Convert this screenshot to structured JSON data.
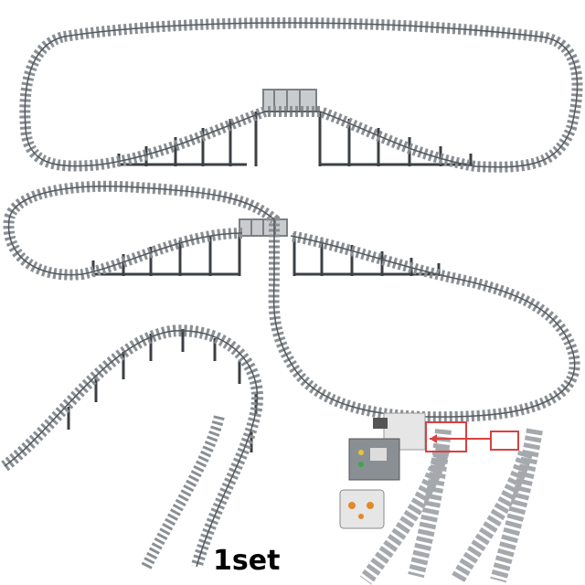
{
  "caption": "1set",
  "colors": {
    "track": "#6f7478",
    "sleeper": "#8a8f94",
    "rail": "#55595d",
    "pillar": "#3c4044",
    "switch_gray": "#a5a9ad",
    "highlight_box": "#d94040",
    "motor_white": "#e6e6e6",
    "remote_orange": "#e08a2a"
  },
  "icons": [
    "train-track-loop",
    "train-track-figure-eight",
    "elevated-curved-track",
    "track-switch-with-motor"
  ]
}
